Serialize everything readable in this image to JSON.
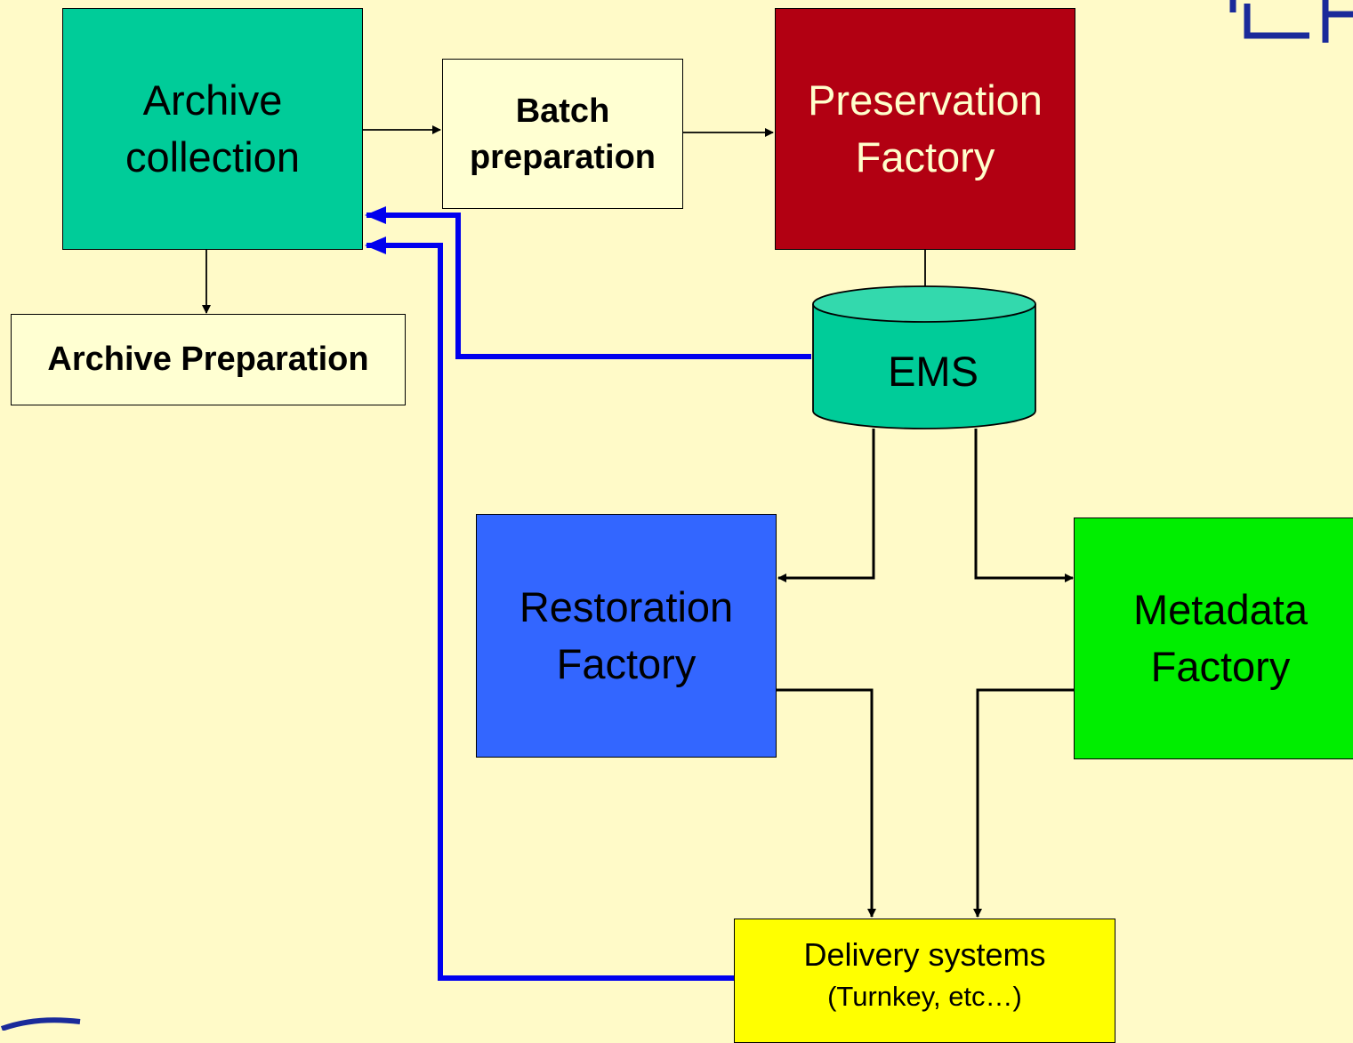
{
  "nodes": {
    "archive_collection": "Archive\ncollection",
    "batch_preparation": "Batch\npreparation",
    "preservation_factory": "Preservation\nFactory",
    "archive_preparation": "Archive Preparation",
    "ems": "EMS",
    "restoration_factory": "Restoration\nFactory",
    "metadata_factory": "Metadata\nFactory",
    "delivery_systems": "Delivery systems",
    "delivery_systems_sub": "(Turnkey, etc…)"
  },
  "colors": {
    "background": "#FFFAC8",
    "archive_collection": "#00CC99",
    "preservation_factory": "#B20012",
    "ems": "#33CC99",
    "restoration_factory": "#3366FF",
    "metadata_factory": "#00EE00",
    "delivery_systems": "#FFFF00",
    "feedback_arrows": "#0000EE"
  },
  "icons": {
    "logo_top_right": "logo-fragment-icon",
    "logo_bottom_left": "logo-fragment-icon"
  }
}
